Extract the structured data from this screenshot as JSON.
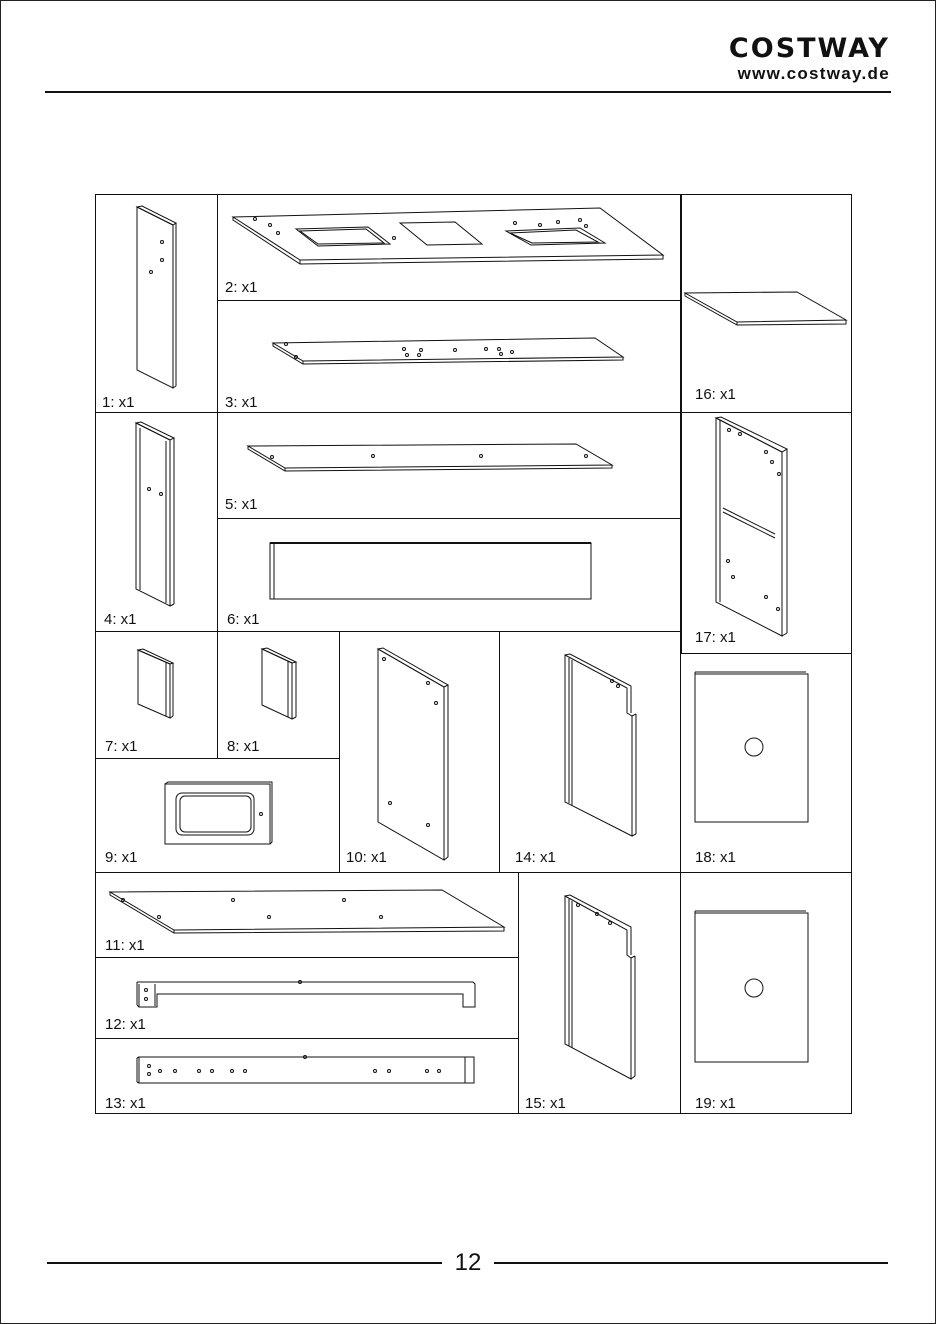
{
  "header": {
    "brand_name": "COSTWAY",
    "brand_url": "www.costway.de"
  },
  "parts": [
    {
      "label": "1: x1"
    },
    {
      "label": "2: x1"
    },
    {
      "label": "3: x1"
    },
    {
      "label": "16: x1"
    },
    {
      "label": "4: x1"
    },
    {
      "label": "5: x1"
    },
    {
      "label": "6: x1"
    },
    {
      "label": "17: x1"
    },
    {
      "label": "7: x1"
    },
    {
      "label": "8: x1"
    },
    {
      "label": "9: x1"
    },
    {
      "label": "10: x1"
    },
    {
      "label": "14: x1"
    },
    {
      "label": "18: x1"
    },
    {
      "label": "11: x1"
    },
    {
      "label": "12: x1"
    },
    {
      "label": "13: x1"
    },
    {
      "label": "15: x1"
    },
    {
      "label": "19: x1"
    }
  ],
  "footer": {
    "page_number": "12"
  }
}
